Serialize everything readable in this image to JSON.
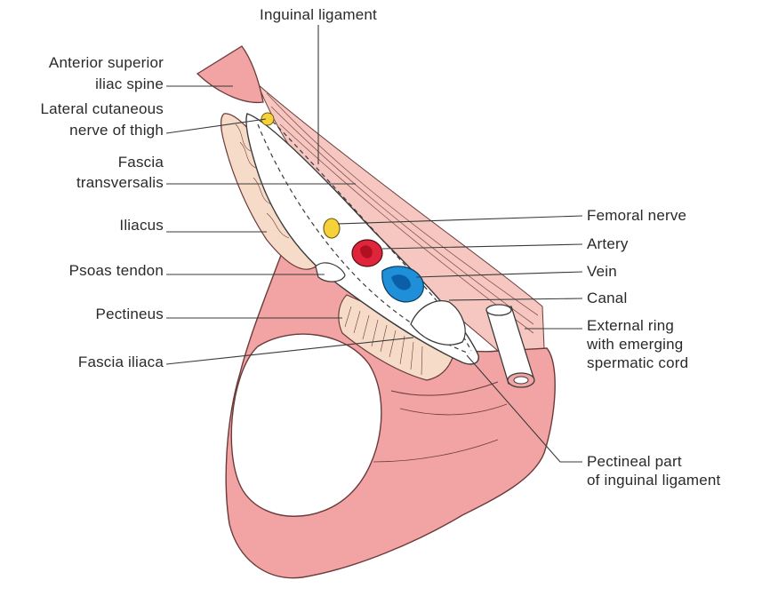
{
  "labels": {
    "inguinal_ligament": "Inguinal ligament",
    "asis_line1": "Anterior superior",
    "asis_line2": "iliac spine",
    "lcn_line1": "Lateral cutaneous",
    "lcn_line2": "nerve of thigh",
    "fascia_trans_line1": "Fascia",
    "fascia_trans_line2": "transversalis",
    "iliacus": "Iliacus",
    "psoas_tendon": "Psoas tendon",
    "pectineus": "Pectineus",
    "fascia_iliaca": "Fascia iliaca",
    "femoral_nerve": "Femoral nerve",
    "artery": "Artery",
    "vein": "Vein",
    "canal": "Canal",
    "ext_ring_line1": "External ring",
    "ext_ring_line2": "with emerging",
    "ext_ring_line3": "spermatic cord",
    "pectineal_line1": "Pectineal part",
    "pectineal_line2": "of inguinal ligament"
  },
  "colors": {
    "bone": "#f2a3a3",
    "bone_stroke": "#6b3b3b",
    "muscle": "#f6dcc8",
    "nerve": "#f5d23a",
    "artery": "#e0243c",
    "vein": "#1e8fd8",
    "leader": "#3a3a3a"
  }
}
